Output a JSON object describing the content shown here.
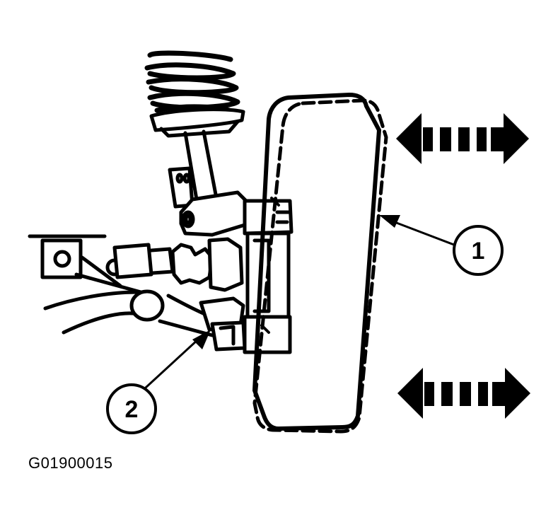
{
  "figure": {
    "code": "G01900015"
  },
  "callouts": [
    {
      "number": "1"
    },
    {
      "number": "2"
    }
  ],
  "colors": {
    "ink": "#000000",
    "paper": "#ffffff"
  }
}
